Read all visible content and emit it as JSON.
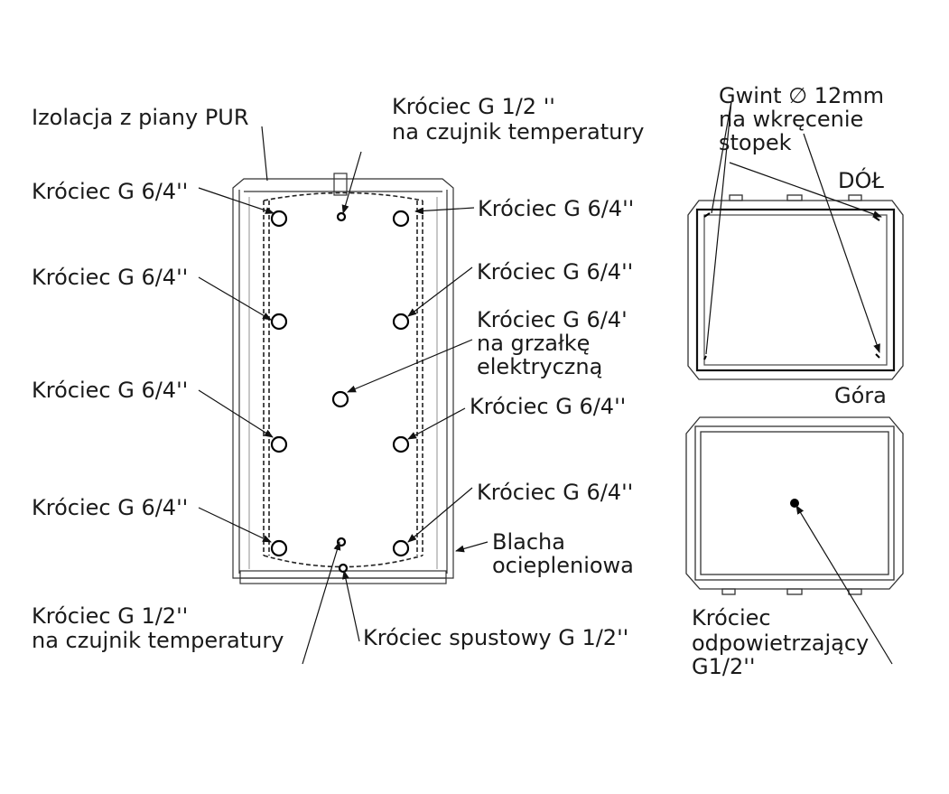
{
  "labels": {
    "insulation": "Izolacja z piany PUR",
    "top_sensor_line1": "Króciec G 1/2 ''",
    "top_sensor_line2": "na czujnik temperatury",
    "left_port_1": "Króciec G 6/4''",
    "left_port_2": "Króciec G 6/4''",
    "left_port_3": "Króciec G 6/4''",
    "left_port_4": "Króciec G 6/4''",
    "right_port_1": "Króciec G 6/4''",
    "right_port_2": "Króciec G 6/4''",
    "heater_line1": "Króciec G 6/4'",
    "heater_line2": "na grzałkę",
    "heater_line3": "elektryczną",
    "right_port_3": "Króciec G 6/4''",
    "right_port_4": "Króciec G 6/4''",
    "sheet_line1": "Blacha",
    "sheet_line2": "ociepleniowa",
    "bottom_sensor_line1": "Króciec G 1/2''",
    "bottom_sensor_line2": "na czujnik temperatury",
    "drain": "Króciec spustowy G 1/2''",
    "thread_line1": "Gwint ∅ 12mm",
    "thread_line2": "na wkręcenie",
    "thread_line3": "stopek",
    "bottom_view": "DÓŁ",
    "top_view": "Góra",
    "vent_line1": "Króciec",
    "vent_line2": "odpowietrzający",
    "vent_line3": "G1/2''"
  }
}
